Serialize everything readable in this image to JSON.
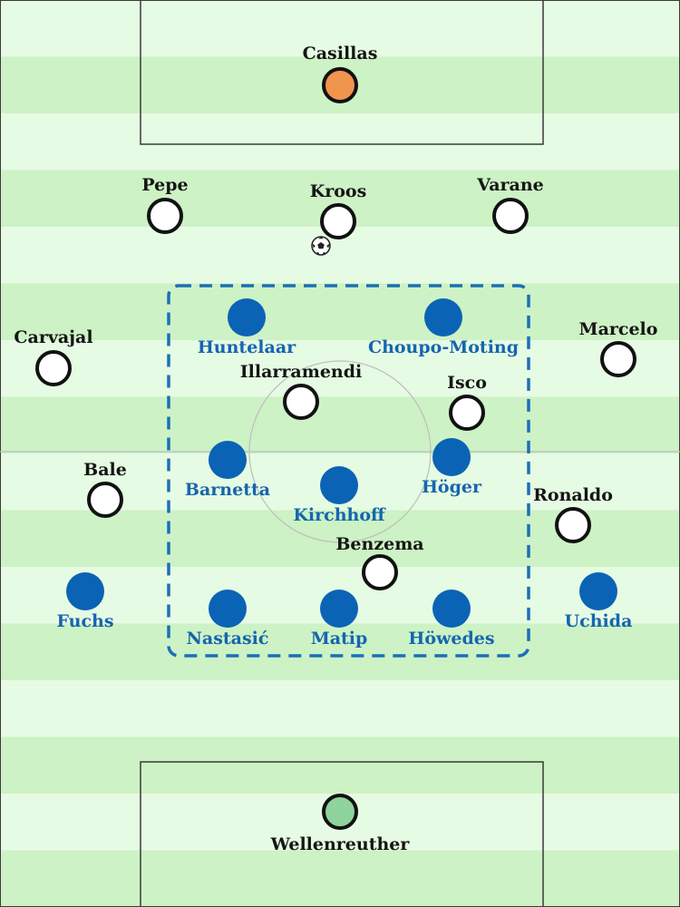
{
  "colors": {
    "stripe_light": "#e6fbe3",
    "stripe_dark": "#cdf2c5",
    "lines": "#3a3a3a",
    "home_team": "#ffffff",
    "away_team": "#0b63b5",
    "away_label": "#1565b0",
    "home_keeper": "#f0944e",
    "away_keeper": "#8fd49c",
    "press_box": "#1b6fb8"
  },
  "ball": {
    "icon": "soccer-ball-icon"
  },
  "players": [
    {
      "id": "casillas",
      "name": "Casillas",
      "team": "home",
      "keeper": true
    },
    {
      "id": "pepe",
      "name": "Pepe",
      "team": "home"
    },
    {
      "id": "kroos",
      "name": "Kroos",
      "team": "home"
    },
    {
      "id": "varane",
      "name": "Varane",
      "team": "home"
    },
    {
      "id": "carvajal",
      "name": "Carvajal",
      "team": "home"
    },
    {
      "id": "marcelo",
      "name": "Marcelo",
      "team": "home"
    },
    {
      "id": "illarramendi",
      "name": "Illarramendi",
      "team": "home"
    },
    {
      "id": "isco",
      "name": "Isco",
      "team": "home"
    },
    {
      "id": "bale",
      "name": "Bale",
      "team": "home"
    },
    {
      "id": "ronaldo",
      "name": "Ronaldo",
      "team": "home"
    },
    {
      "id": "benzema",
      "name": "Benzema",
      "team": "home"
    },
    {
      "id": "huntelaar",
      "name": "Huntelaar",
      "team": "away"
    },
    {
      "id": "choupo-moting",
      "name": "Choupo-Moting",
      "team": "away"
    },
    {
      "id": "barnetta",
      "name": "Barnetta",
      "team": "away"
    },
    {
      "id": "hoeger",
      "name": "Höger",
      "team": "away"
    },
    {
      "id": "kirchhoff",
      "name": "Kirchhoff",
      "team": "away"
    },
    {
      "id": "fuchs",
      "name": "Fuchs",
      "team": "away"
    },
    {
      "id": "nastasic",
      "name": "Nastasić",
      "team": "away"
    },
    {
      "id": "matip",
      "name": "Matip",
      "team": "away"
    },
    {
      "id": "hoewedes",
      "name": "Höwedes",
      "team": "away"
    },
    {
      "id": "uchida",
      "name": "Uchida",
      "team": "away"
    },
    {
      "id": "wellenreuther",
      "name": "Wellenreuther",
      "team": "away",
      "keeper": true
    }
  ]
}
